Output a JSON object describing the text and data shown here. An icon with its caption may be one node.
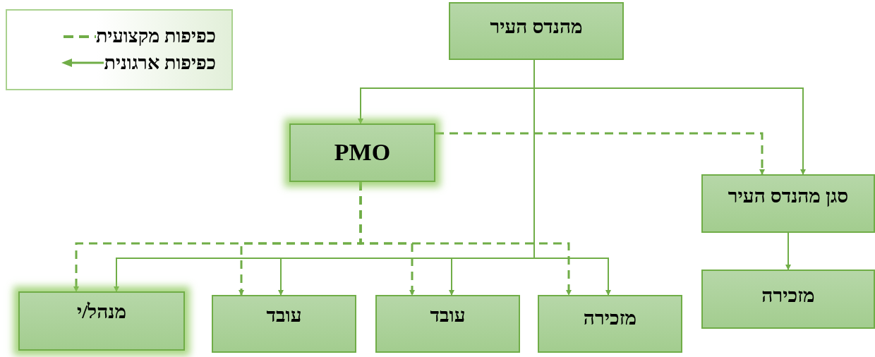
{
  "diagram": {
    "nodes": [
      {
        "text": [
          "מהנדס העיר"
        ]
      },
      {
        "text": [
          "PMO"
        ]
      },
      {
        "text": [
          "סגן מהנדס העיר"
        ]
      },
      {
        "text": [
          "מזכירה"
        ]
      },
      {
        "text": [
          "מנהל/י"
        ]
      },
      {
        "text": [
          "עובד"
        ]
      },
      {
        "text": [
          "עובד"
        ]
      },
      {
        "text": [
          "מזכירה"
        ]
      }
    ],
    "edges": [
      {
        "from": 0,
        "to": 1,
        "arrow": "to"
      },
      {
        "from": 0,
        "to": 2,
        "arrow": "to"
      },
      {
        "from": 0,
        "to": 4,
        "arrow": "to"
      },
      {
        "from": 0,
        "to": 5,
        "arrow": "to"
      },
      {
        "from": 0,
        "to": 6,
        "arrow": "to"
      },
      {
        "from": 0,
        "to": 7,
        "arrow": "to"
      },
      {
        "from": 2,
        "to": 3,
        "arrow": "to"
      },
      {
        "from": 1,
        "to": 2,
        "arrow": "to",
        "style": "dashed"
      },
      {
        "from": 1,
        "to": 4,
        "arrow": "to",
        "style": "dashed"
      },
      {
        "from": 1,
        "to": 5,
        "arrow": "to",
        "style": "dashed"
      },
      {
        "from": 1,
        "to": 6,
        "arrow": "to",
        "style": "dashed"
      },
      {
        "from": 1,
        "to": 7,
        "arrow": "to",
        "style": "dashed"
      }
    ],
    "legend": [
      {
        "text": "כפיפות מקצועית"
      },
      {
        "text": "כפיפות ארגונית"
      }
    ]
  }
}
